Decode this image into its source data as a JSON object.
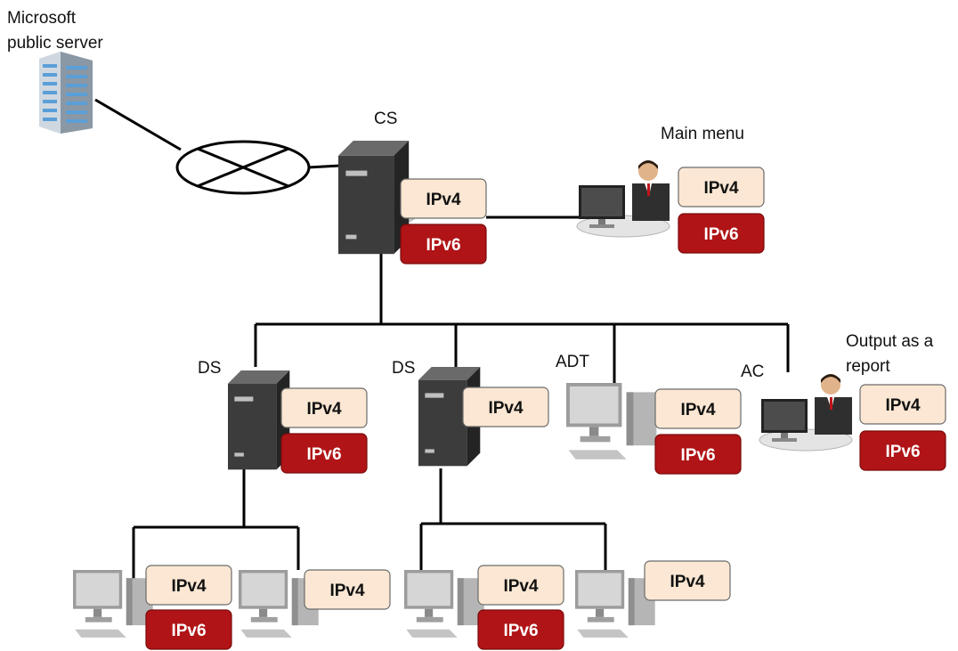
{
  "labels": {
    "public_server": [
      "Microsoft",
      "public server"
    ],
    "cs": "CS",
    "main_menu": "Main menu",
    "ds_left": "DS",
    "ds_right": "DS",
    "adt": "ADT",
    "ac": "AC",
    "report": [
      "Output as a",
      "report"
    ]
  },
  "protocols": {
    "ipv4": "IPv4",
    "ipv6": "IPv6"
  },
  "colors": {
    "ipv4_fill": "#fbe7d3",
    "ipv6_fill": "#b01416",
    "server_body": "#3a3a3a",
    "pc_body": "#b8b8b8"
  }
}
